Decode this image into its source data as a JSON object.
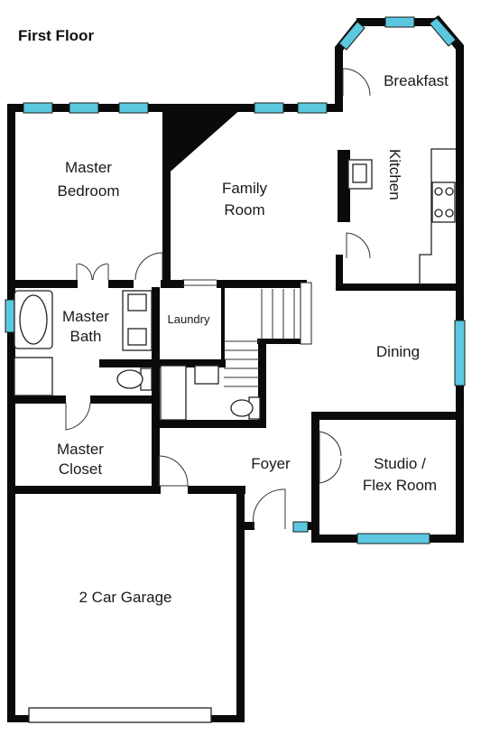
{
  "title": "First Floor",
  "colors": {
    "wall": "#0a0a0a",
    "window": "#5bc8e0",
    "background": "#ffffff"
  },
  "rooms": {
    "master_bedroom": [
      "Master",
      "Bedroom"
    ],
    "family_room": [
      "Family",
      "Room"
    ],
    "breakfast": "Breakfast",
    "kitchen": "Kitchen",
    "master_bath": [
      "Master",
      "Bath"
    ],
    "laundry": "Laundry",
    "dining": "Dining",
    "master_closet": [
      "Master",
      "Closet"
    ],
    "foyer": "Foyer",
    "studio": [
      "Studio /",
      "Flex Room"
    ],
    "garage": "2 Car Garage"
  }
}
